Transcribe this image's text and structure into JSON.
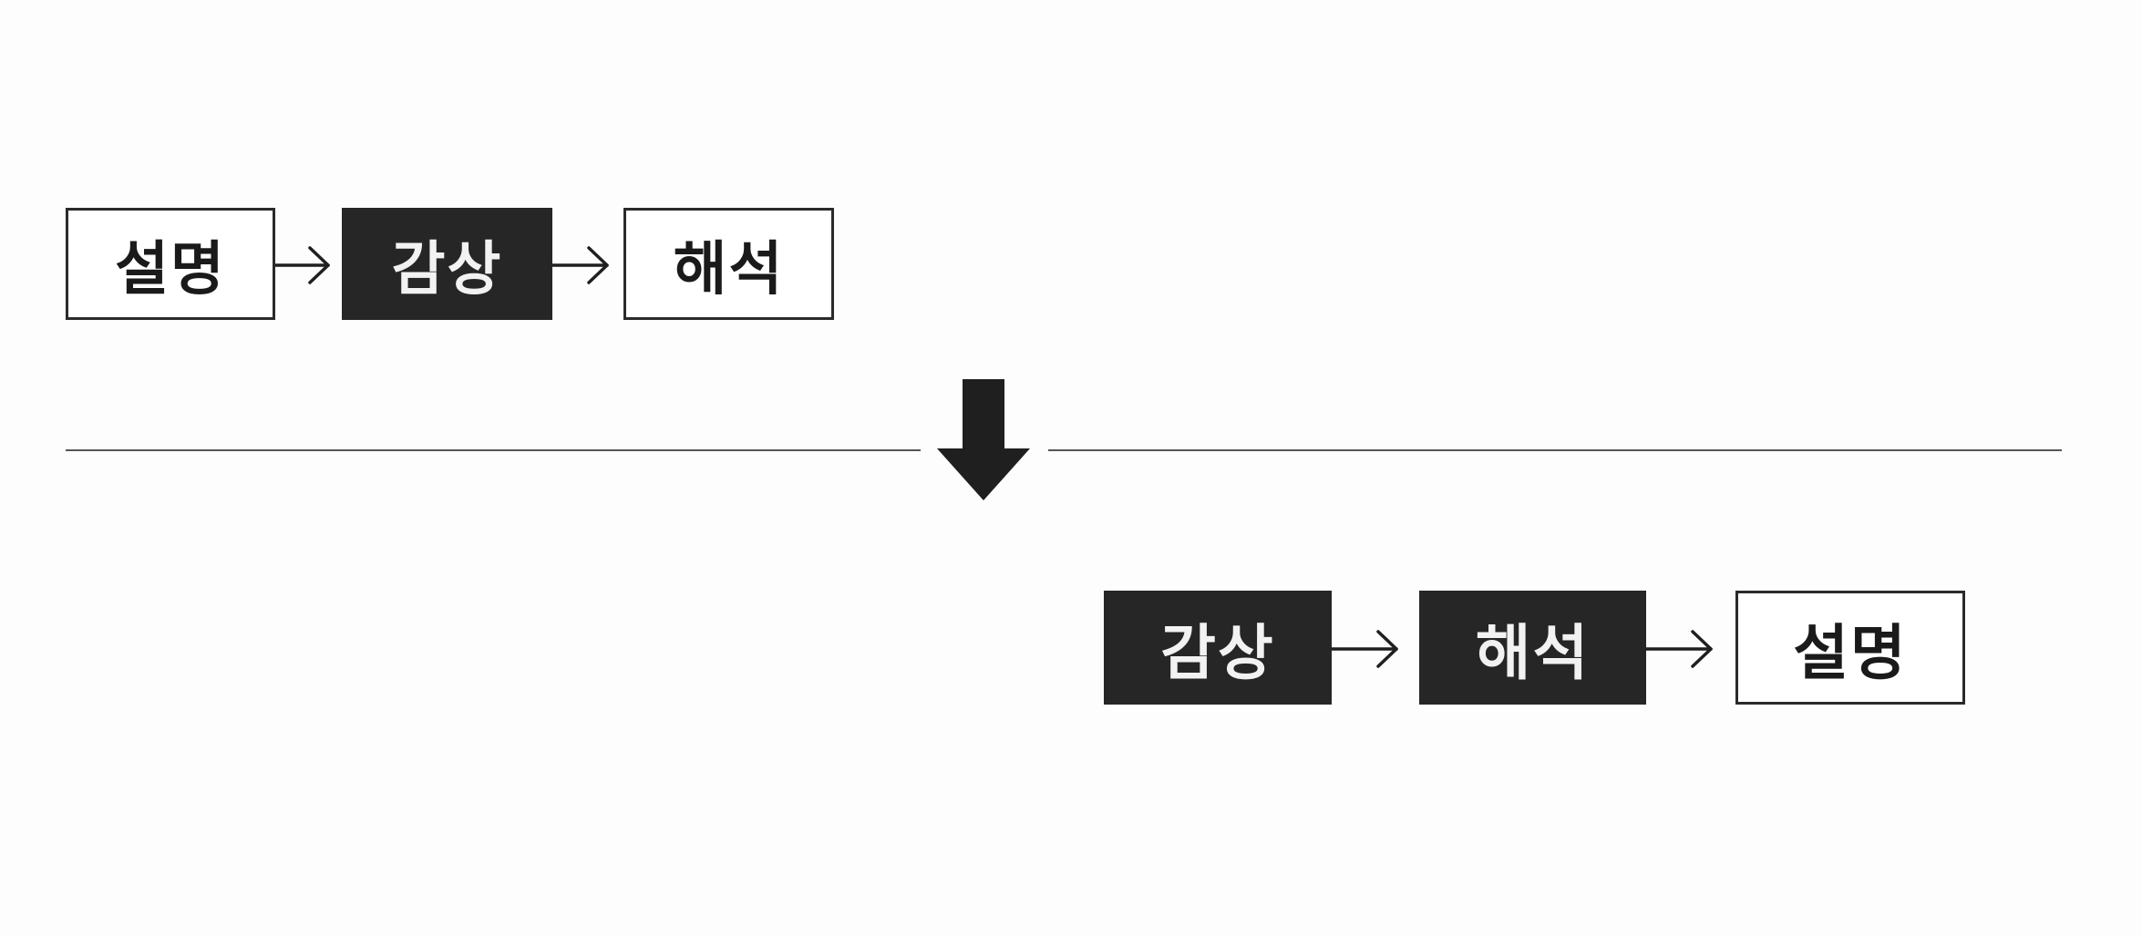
{
  "before_sequence": {
    "steps": [
      "설명",
      "감상",
      "해석"
    ]
  },
  "after_sequence": {
    "steps": [
      "감상",
      "해석",
      "설명"
    ]
  }
}
